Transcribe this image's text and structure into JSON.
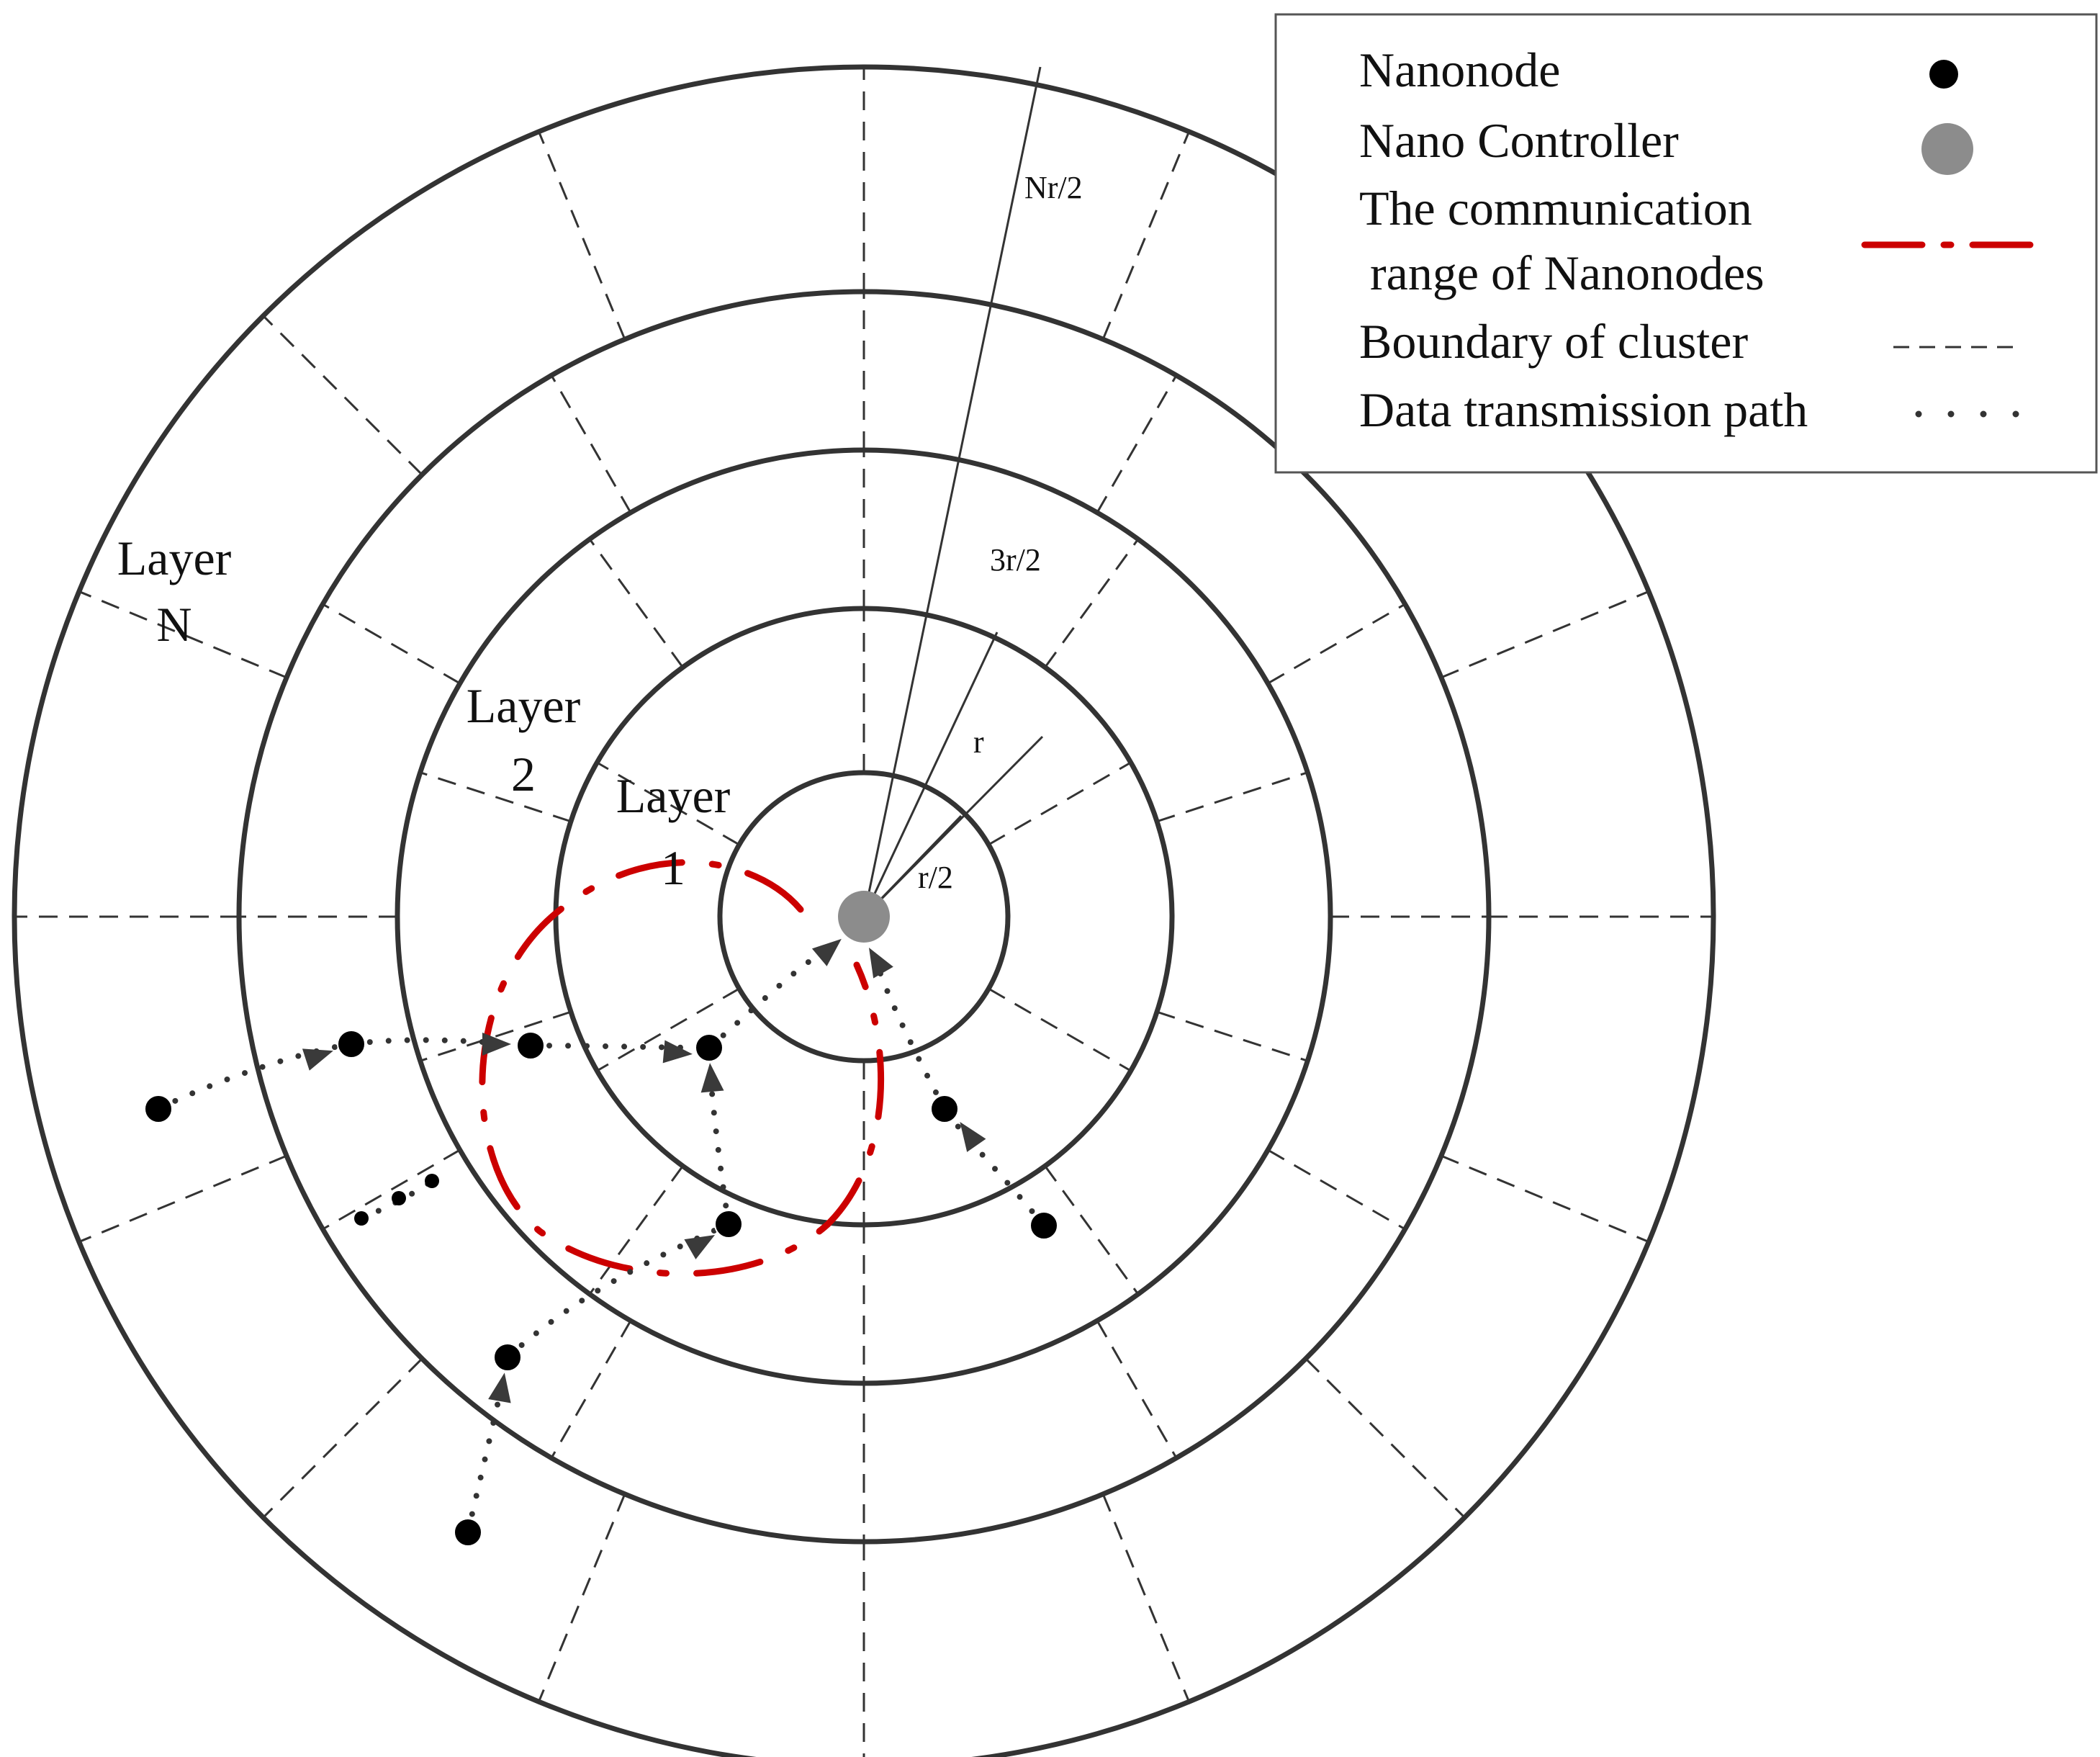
{
  "layer_labels": {
    "layer_n": [
      "Layer",
      "N"
    ],
    "layer_2": [
      "Layer",
      "2"
    ],
    "layer_1": [
      "Layer",
      "1"
    ]
  },
  "radius_labels": {
    "r_half": "r/2",
    "r": "r",
    "three_r_half": "3r/2",
    "n_r_half": "Nr/2"
  },
  "legend": {
    "nanonode": "Nanonode",
    "nano_controller": "Nano Controller",
    "comm_range_line1": "The communication",
    "comm_range_line2": "range of Nanonodes",
    "cluster_boundary": "Boundary of cluster",
    "data_path": "Data transmission path"
  },
  "colors": {
    "ring": "#333333",
    "controller": "#8c8c8c",
    "node": "#000000",
    "comm_range": "#cc0000",
    "boundary": "#333333",
    "arrow": "#3a3a3a"
  }
}
